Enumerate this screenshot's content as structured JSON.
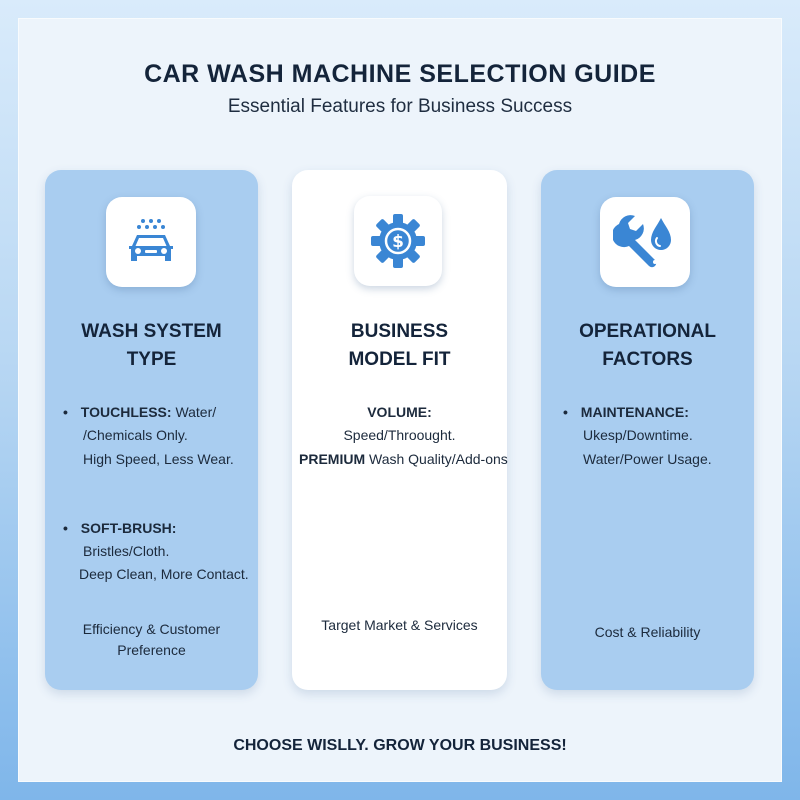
{
  "header": {
    "title": "CAR WASH MACHINE SELECTION GUIDE",
    "subtitle": "Essential Features for Business Success"
  },
  "cards": [
    {
      "icon": "car-wash-icon",
      "title_line1": "WASH SYSTEM",
      "title_line2": "TYPE",
      "item1_label": "TOUCHLESS:",
      "item1_text1": "Water/",
      "item1_text2": "/Chemicals Only.",
      "item1_text3": "High Speed, Less Wear.",
      "item2_label": "SOFT-BRUSH:",
      "item2_text1": "Bristles/Cloth.",
      "item2_text2": "Deep Clean, More Contact.",
      "footer_line1": "Efficiency & Customer",
      "footer_line2": "Preference"
    },
    {
      "icon": "gear-dollar-icon",
      "title_line1": "BUSINESS",
      "title_line2": "MODEL FIT",
      "item1_label": "VOLUME:",
      "item1_text1": "Speed/Throought.",
      "item2_label": "PREMIUM",
      "item2_text1": "Wash Quality/Add-ons",
      "footer_line1": "Target Market & Services"
    },
    {
      "icon": "wrench-droplet-icon",
      "title_line1": "OPERATIONAL",
      "title_line2": "FACTORS",
      "item1_label": "MAINTENANCE:",
      "item1_text1": "Ukesp/Downtime.",
      "item1_text2": "Water/Power Usage.",
      "footer_line1": "Cost & Reliability"
    }
  ],
  "footer": {
    "tagline": "CHOOSE WISLLY. GROW YOUR BUSINESS!"
  },
  "colors": {
    "accent": "#3a86d4",
    "card_blue": "#a9cdf0",
    "text_dark": "#14243a"
  }
}
